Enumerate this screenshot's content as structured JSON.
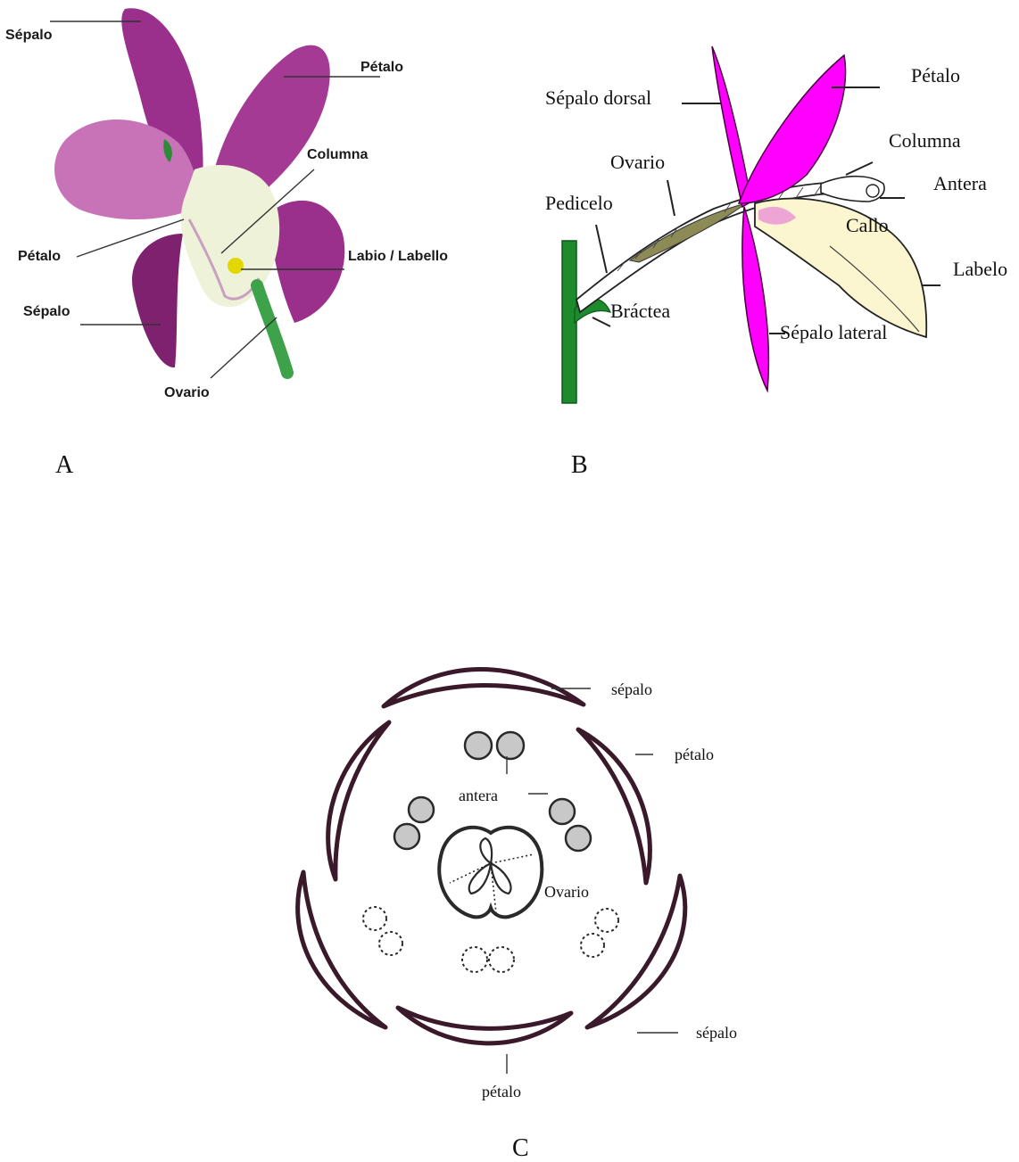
{
  "panels": {
    "a": {
      "letter": "A",
      "labels": {
        "sepalo_top": "Sépalo",
        "petalo_right": "Pétalo",
        "columna": "Columna",
        "petalo_left": "Pétalo",
        "labio": "Labio / Labello",
        "sepalo_bottom": "Sépalo",
        "ovario": "Ovario"
      }
    },
    "b": {
      "letter": "B",
      "labels": {
        "sepalo_dorsal": "Sépalo dorsal",
        "petalo": "Pétalo",
        "columna": "Columna",
        "ovario": "Ovario",
        "antera": "Antera",
        "pedicelo": "Pedicelo",
        "callo": "Callo",
        "labelo": "Labelo",
        "bractea": "Bráctea",
        "sepalo_lateral": "Sépalo lateral"
      }
    },
    "c": {
      "letter": "C",
      "labels": {
        "sepalo_top": "sépalo",
        "petalo_right": "pétalo",
        "antera": "antera",
        "ovario": "Ovario",
        "sepalo_bottom": "sépalo",
        "petalo_bottom": "pétalo"
      }
    }
  },
  "colors": {
    "orchid_purple": "#9b2f8c",
    "orchid_light": "#c873b8",
    "magenta": "#ff00ff",
    "stem_green": "#1e8a2e",
    "labellum_cream": "#fbf6cf",
    "column_white": "#eef2d8",
    "anther_yellow": "#e2d800",
    "ovary_olive": "#8c8a55",
    "outline_dark": "#3a1a2a"
  }
}
